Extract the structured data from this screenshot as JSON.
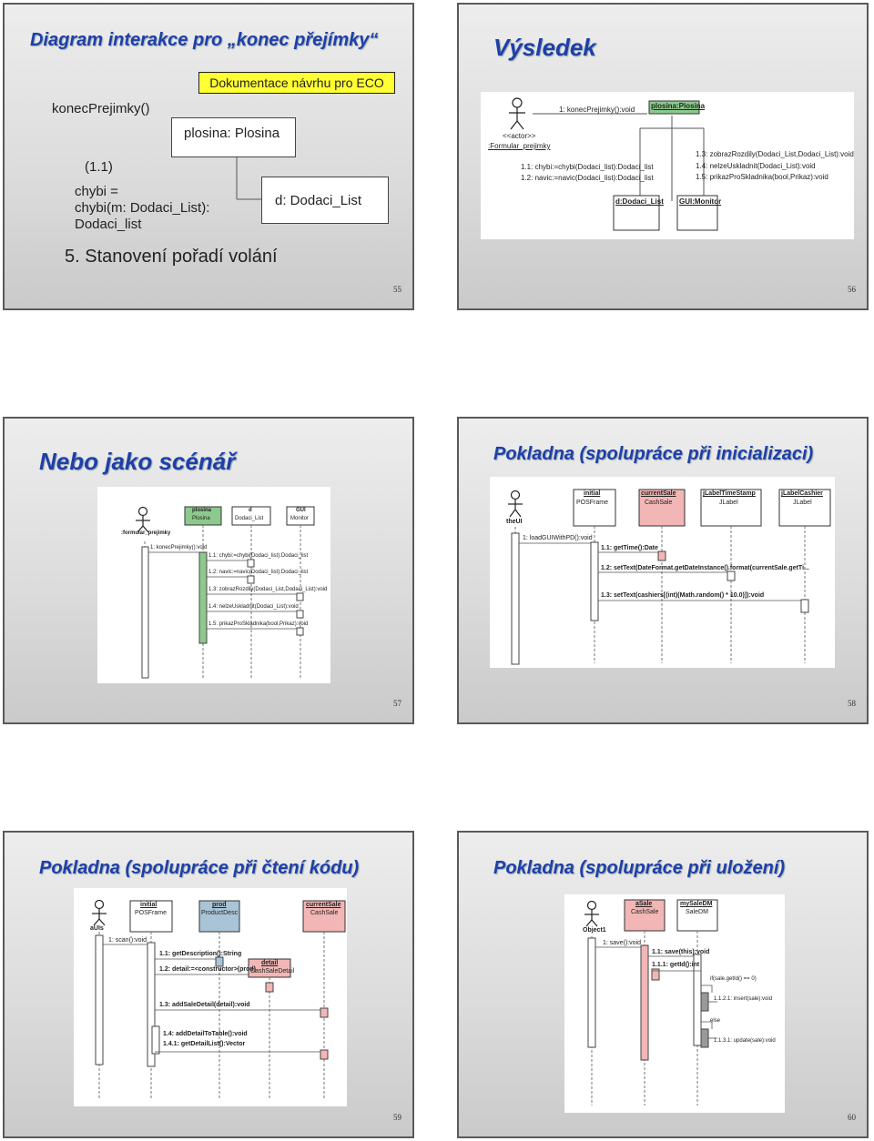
{
  "slides": [
    {
      "number": "55",
      "title": "Diagram interakce pro „konec přejímky“",
      "note": "Dokumentace návrhu pro ECO",
      "call": "konecPrejimky()",
      "object_plosina": "plosina: Plosina",
      "step": "(1.1)",
      "call2_line1": "chybi =",
      "call2_line2": "chybi(m: Dodaci_List):",
      "call2_line3": "Dodaci_list",
      "object_d": "d: Dodaci_List",
      "heading": "5. Stanovení pořadí volání"
    },
    {
      "number": "56",
      "title": "Výsledek",
      "diagram": {
        "actor_stereo": "<<actor>>",
        "actor": ":Formular_prejimky",
        "obj1": "plosina:Plosina",
        "obj2": "d:Dodaci_List",
        "obj3": "GUI:Monitor",
        "msgs": [
          "1: konecPrejimky():void",
          "1.1: chybi:=chybi(Dodaci_list):Dodaci_list",
          "1.2: navic:=navic(Dodaci_list):Dodaci_list",
          "1.3: zobrazRozdily(Dodaci_List,Dodaci_List):void",
          "1.4: nelzeUskladnit(Dodaci_List):void",
          "1.5: prikazProSkladnika(bool,Prikaz):void"
        ]
      }
    },
    {
      "number": "57",
      "title": "Nebo jako scénář",
      "diagram": {
        "actor": ":formular_prejimky",
        "obj1_a": "plosina",
        "obj1_b": "Plosina",
        "obj2_a": "d",
        "obj2_b": "Dodaci_List",
        "obj3_a": "GUI",
        "obj3_b": "Monitor",
        "msgs": [
          "1: konecPrejimky():void",
          "1.1: chybi:=chybi(Dodaci_list):Dodaci_list",
          "1.2: navic:=navic(Dodaci_list):Dodaci_list",
          "1.3: zobrazRozdily(Dodaci_List,Dodaci_List):void",
          "1.4: nelzeUskladnit(Dodaci_List):void",
          "1.5: prikazProSkladnika(bool,Prikaz):void"
        ]
      }
    },
    {
      "number": "58",
      "title": "Pokladna (spolupráce při inicializaci)",
      "diagram": {
        "actor": "theUI",
        "objs": [
          {
            "a": "initial",
            "b": "POSFrame"
          },
          {
            "a": "currentSale",
            "b": "CashSale"
          },
          {
            "a": "jLabelTimeStamp",
            "b": "JLabel"
          },
          {
            "a": "jLabelCashier",
            "b": "JLabel"
          }
        ],
        "msgs": [
          "1: loadGUIWithPD():void",
          "1.1: getTime():Date",
          "1.2: setText(DateFormat.getDateInstance().format(currentSale.getTi...",
          "1.3: setText(cashiers[(int)(Math.random() * 10.0)]):void"
        ]
      }
    },
    {
      "number": "59",
      "title": "Pokladna (spolupráce při čtení kódu)",
      "diagram": {
        "actor": "aUIs",
        "objs": [
          {
            "a": "initial",
            "b": "POSFrame"
          },
          {
            "a": "prod",
            "b": "ProductDesc"
          },
          {
            "a": "currentSale",
            "b": "CashSale"
          }
        ],
        "created_a": "detail",
        "created_b": "CashSaleDetail",
        "msgs": [
          "1: scan():void",
          "1.1: getDescription():String",
          "1.2: detail:=<constructor>(prod)",
          "1.3: addSaleDetail(detail):void",
          "1.4: addDetailToTable():void",
          "1.4.1: getDetailList():Vector"
        ]
      }
    },
    {
      "number": "60",
      "title": "Pokladna (spolupráce při uložení)",
      "diagram": {
        "actor": "Object1",
        "objs": [
          {
            "a": "aSale",
            "b": "CashSale"
          },
          {
            "a": "mySaleDM",
            "b": "SaleDM"
          }
        ],
        "msgs": [
          "1: save():void",
          "1.1: save(this):void",
          "1.1.1: getId():int",
          "if(sale.getId() == 0)",
          "1.1.2.1: insert(sale):void",
          "else",
          "1.1.3.1: update(sale):void"
        ]
      }
    }
  ],
  "colors": {
    "title": "#1f3fa8",
    "note_fill": "#ffff33",
    "green_obj": "#8dc98d",
    "pink_obj": "#f2b6b6",
    "blue_obj": "#a9c4d6"
  }
}
